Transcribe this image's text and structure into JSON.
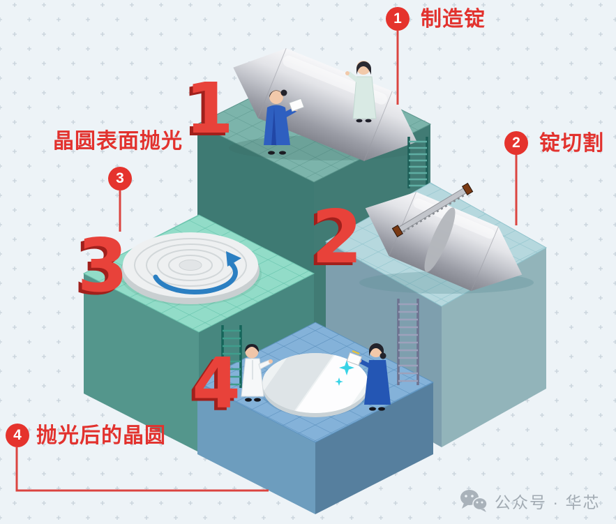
{
  "steps": [
    {
      "number": "1",
      "label": "制造锭"
    },
    {
      "number": "2",
      "label": "锭切割"
    },
    {
      "number": "3",
      "label": "晶圆表面抛光"
    },
    {
      "number": "4",
      "label": "抛光后的晶圆"
    }
  ],
  "watermark": {
    "text": "公众号 · 华芯"
  },
  "colors": {
    "accent_red": "#e2322e",
    "background": "#edf3f7",
    "platform1_top": "#7cb4ab",
    "platform2_top": "#b6d8de",
    "platform3_top": "#92dcc8",
    "platform4_top": "#84b2d9",
    "ingot_silver": "#c9ccd2",
    "rotation_arrow_blue": "#2b7fc2",
    "sparkle_cyan": "#38d3e6"
  }
}
